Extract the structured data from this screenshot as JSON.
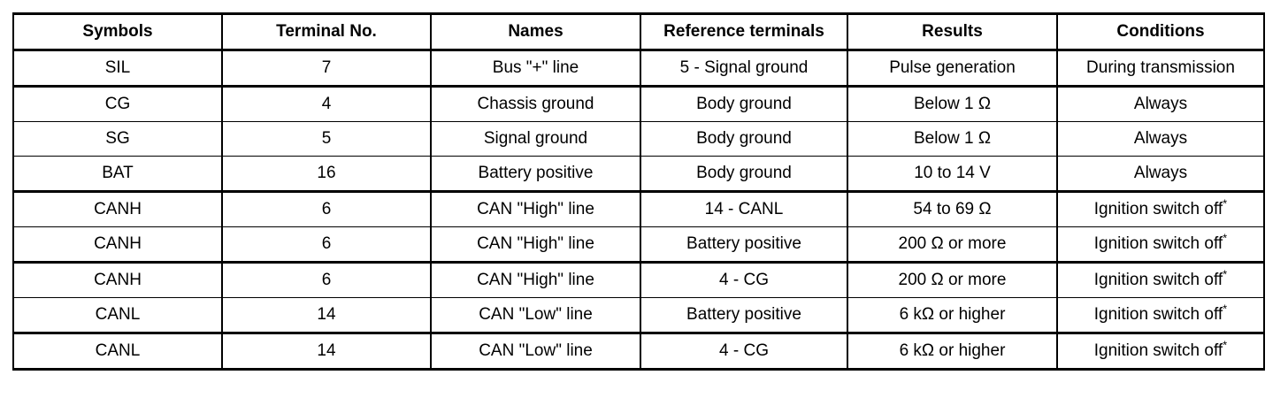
{
  "table": {
    "name": "can-circuit-terminal-inspection-table",
    "columns": [
      {
        "key": "symbols",
        "label": "Symbols"
      },
      {
        "key": "terminal",
        "label": "Terminal No."
      },
      {
        "key": "names",
        "label": "Names"
      },
      {
        "key": "reference",
        "label": "Reference terminals"
      },
      {
        "key": "results",
        "label": "Results"
      },
      {
        "key": "conditions",
        "label": "Conditions"
      }
    ],
    "rows": [
      {
        "symbols": "SIL",
        "terminal": "7",
        "names": "Bus \"+\" line",
        "reference": "5 - Signal ground",
        "results": "Pulse generation",
        "conditions": "During transmission",
        "conditions_footnote": ""
      },
      {
        "symbols": "CG",
        "terminal": "4",
        "names": "Chassis ground",
        "reference": "Body ground",
        "results": "Below 1 Ω",
        "conditions": "Always",
        "conditions_footnote": ""
      },
      {
        "symbols": "SG",
        "terminal": "5",
        "names": "Signal ground",
        "reference": "Body ground",
        "results": "Below 1 Ω",
        "conditions": "Always",
        "conditions_footnote": ""
      },
      {
        "symbols": "BAT",
        "terminal": "16",
        "names": "Battery positive",
        "reference": "Body ground",
        "results": "10 to 14 V",
        "conditions": "Always",
        "conditions_footnote": ""
      },
      {
        "symbols": "CANH",
        "terminal": "6",
        "names": "CAN \"High\" line",
        "reference": "14 - CANL",
        "results": "54 to 69 Ω",
        "conditions": "Ignition switch off",
        "conditions_footnote": "*"
      },
      {
        "symbols": "CANH",
        "terminal": "6",
        "names": "CAN \"High\" line",
        "reference": "Battery positive",
        "results": "200 Ω or more",
        "conditions": "Ignition switch off",
        "conditions_footnote": "*"
      },
      {
        "symbols": "CANH",
        "terminal": "6",
        "names": "CAN \"High\" line",
        "reference": "4 - CG",
        "results": "200 Ω or more",
        "conditions": "Ignition switch off",
        "conditions_footnote": "*"
      },
      {
        "symbols": "CANL",
        "terminal": "14",
        "names": "CAN \"Low\" line",
        "reference": "Battery positive",
        "results": "6 kΩ or higher",
        "conditions": "Ignition switch off",
        "conditions_footnote": "*"
      },
      {
        "symbols": "CANL",
        "terminal": "14",
        "names": "CAN \"Low\" line",
        "reference": "4 - CG",
        "results": "6 kΩ or higher",
        "conditions": "Ignition switch off",
        "conditions_footnote": "*"
      }
    ],
    "thick_rule_before_row_indices": [
      0,
      1,
      4,
      6,
      8
    ],
    "colors": {
      "border": "#000000",
      "background": "#ffffff",
      "text": "#000000"
    }
  }
}
